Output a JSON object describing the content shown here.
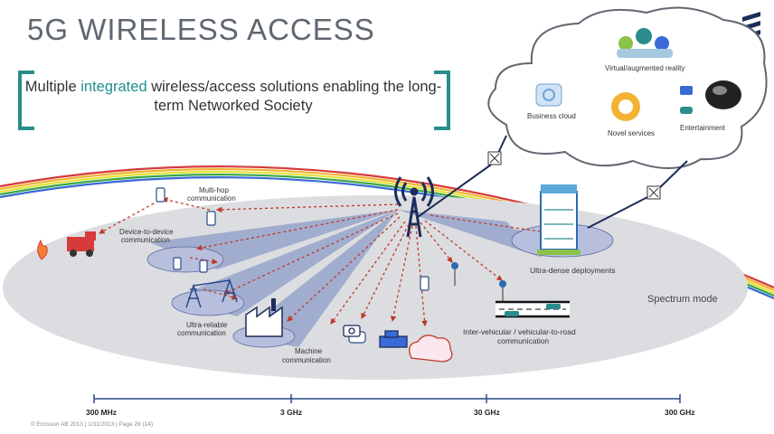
{
  "title": "5G WIRELESS ACCESS",
  "subtitle": {
    "pre": "Multiple ",
    "highlight": "integrated",
    "rest_line1": " wireless/access solutions enabling the long-",
    "line2": "term Networked Society"
  },
  "cloud": {
    "virtual_reality": "Virtual/augmented reality",
    "business_cloud": "Business cloud",
    "novel_services": "Novel services",
    "entertainment": "Entertainment"
  },
  "labels": {
    "multi_hop_1": "Multi-hop",
    "multi_hop_2": "communication",
    "d2d_1": "Device-to-device",
    "d2d_2": "communication",
    "ultra_reliable_1": "Ultra-reliable",
    "ultra_reliable_2": "communication",
    "machine_1": "Machine",
    "machine_2": "communication",
    "ultra_dense": "Ultra-dense deployments",
    "v2x_1": "Inter-vehicular / vehicular-to-road",
    "v2x_2": "communication",
    "spectrum": "Spectrum mode"
  },
  "frequency_axis": {
    "ticks": [
      "300 MHz",
      "3 GHz",
      "30 GHz",
      "300 GHz"
    ]
  },
  "footer": "© Ericsson AB 2013 | 1/31/2013 | Page 29 (14)",
  "colors": {
    "teal": "#2a8c8c",
    "link_red": "#c0392b",
    "tower_navy": "#1c2d5a",
    "ellipse": "#dcdde0",
    "beam": "#8e9dc8"
  }
}
